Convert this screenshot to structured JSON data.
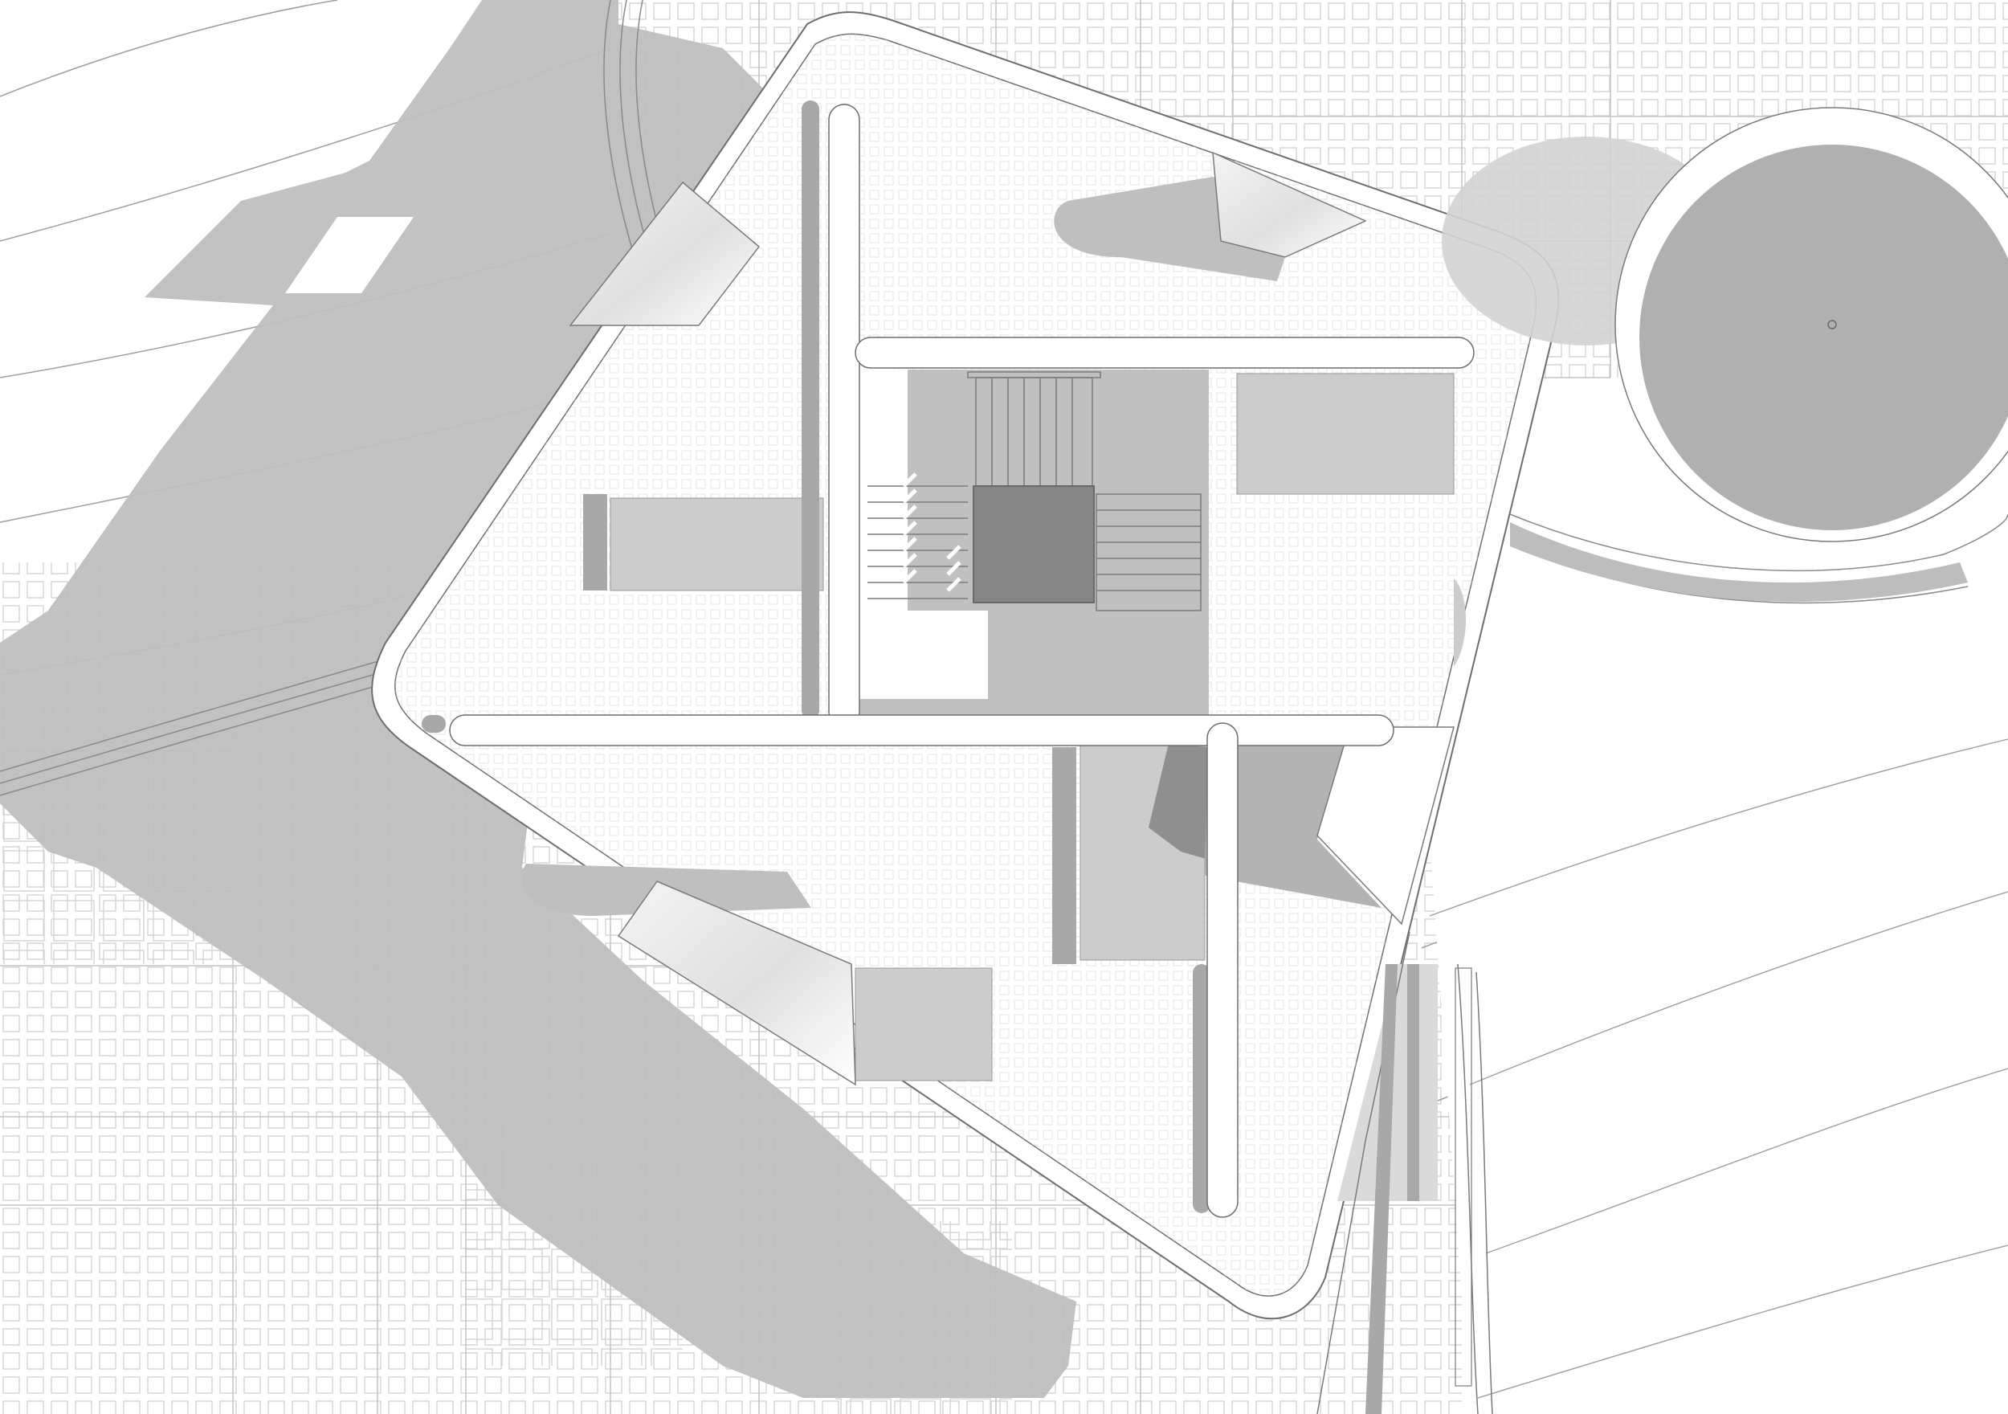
{
  "drawing": {
    "type": "architectural site plan",
    "title": "",
    "colors": {
      "background": "#ffffff",
      "paving_line": "#d0d0d0",
      "grid_line": "#bdbdbd",
      "shadow": "#bfbfbf",
      "shadow_dark": "#8f8f8f",
      "court_fill": "#c0c0c0",
      "court_void": "#858585",
      "planting": "#cccccc",
      "tree_canopy": "#b0b0b0",
      "outline": "#6e6e6e",
      "walkway": "#ffffff"
    },
    "elements": {
      "building_outline": "rounded diamond-shaped building footprint",
      "central_court": "central stair court with square void",
      "tree": "large circular tree canopy with centre point",
      "walkways": "white linear walkways crossing the plan",
      "planters": "rectangular planting beds",
      "skylights": "angled glazed roof openings",
      "shadows": "cast shadows"
    }
  }
}
